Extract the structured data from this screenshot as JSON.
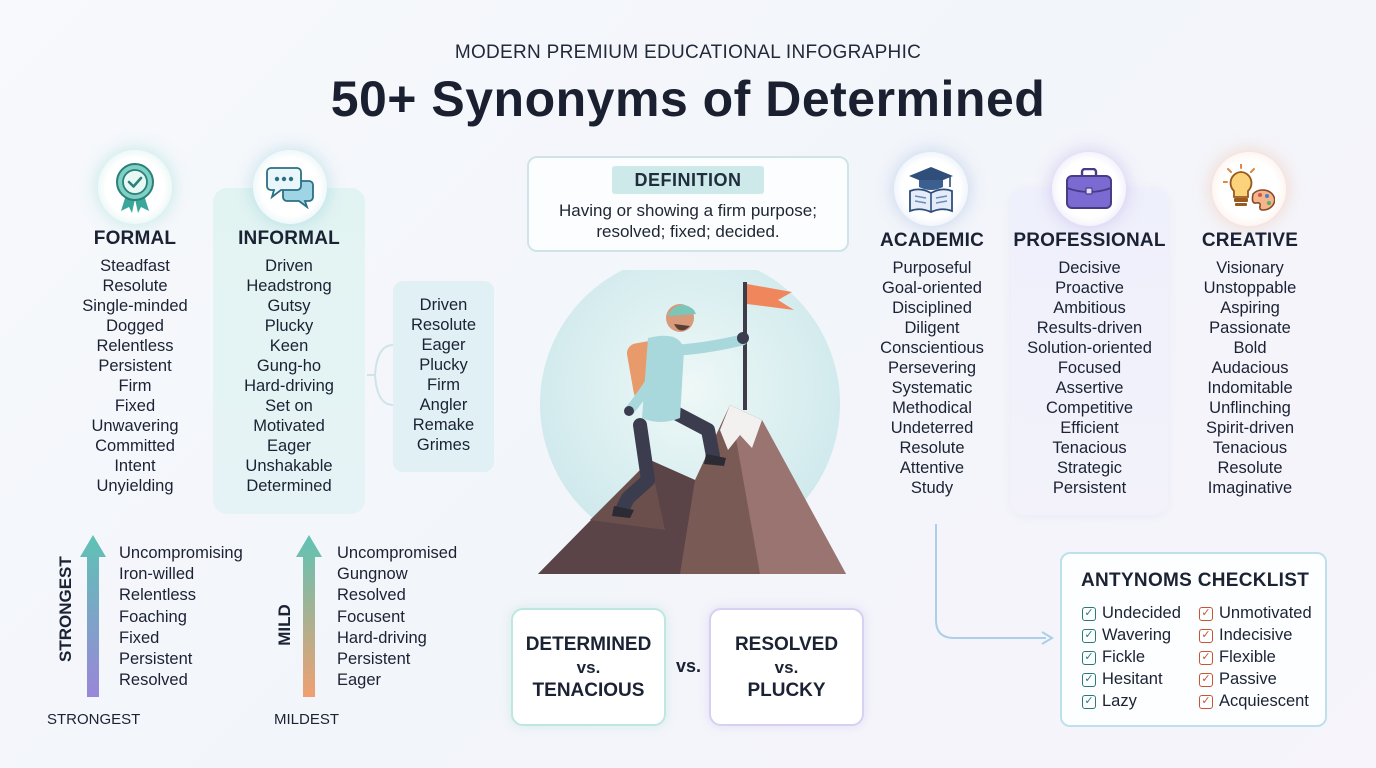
{
  "header": {
    "subtitle": "MODERN PREMIUM EDUCATIONAL INFOGRAPHIC",
    "title": "50+ Synonyms of Determined"
  },
  "formal": {
    "icon": "award-badge-icon",
    "heading": "FORMAL",
    "items": [
      "Steadfast",
      "Resolute",
      "Single-minded",
      "Dogged",
      "Relentless",
      "Persistent",
      "Firm",
      "Fixed",
      "Unwavering",
      "Committed",
      "Intent",
      "Unyielding"
    ]
  },
  "informal": {
    "icon": "chat-bubbles-icon",
    "heading": "INFORMAL",
    "items": [
      "Driven",
      "Headstrong",
      "Gutsy",
      "Plucky",
      "Keen",
      "Gung-ho",
      "Hard-driving",
      "Set on",
      "Motivated",
      "Eager",
      "Unshakable",
      "Determined"
    ]
  },
  "bubble": {
    "items": [
      "Driven",
      "Resolute",
      "Eager",
      "Plucky",
      "Firm",
      "Angler",
      "Remake",
      "Grimes"
    ]
  },
  "definition": {
    "label": "DEFINITION",
    "line1": "Having or showing a firm purpose;",
    "line2": "resolved; fixed; decided."
  },
  "academic": {
    "icon": "graduation-book-icon",
    "heading": "ACADEMIC",
    "items": [
      "Purposeful",
      "Goal-oriented",
      "Disciplined",
      "Diligent",
      "Conscientious",
      "Persevering",
      "Systematic",
      "Methodical",
      "Undeterred",
      "Resolute",
      "Attentive",
      "Study"
    ]
  },
  "professional": {
    "icon": "briefcase-icon",
    "heading": "PROFESSIONAL",
    "items": [
      "Decisive",
      "Proactive",
      "Ambitious",
      "Results-driven",
      "Solution-oriented",
      "Focused",
      "Assertive",
      "Competitive",
      "Efficient",
      "Tenacious",
      "Strategic",
      "Persistent"
    ]
  },
  "creative": {
    "icon": "lightbulb-palette-icon",
    "heading": "CREATIVE",
    "items": [
      "Visionary",
      "Unstoppable",
      "Aspiring",
      "Passionate",
      "Bold",
      "Audacious",
      "Indomitable",
      "Unflinching",
      "Spirit-driven",
      "Tenacious",
      "Resolute",
      "Imaginative"
    ]
  },
  "strong_scale": {
    "vertical_label": "STRONGEST",
    "bottom_label": "STRONGEST",
    "items": [
      "Uncompromising",
      "Iron-willed",
      "Relentless",
      "Foaching",
      "Fixed",
      "Persistent",
      "Resolved"
    ]
  },
  "mild_scale": {
    "vertical_label": "MILD",
    "bottom_label": "MILDEST",
    "items": [
      "Uncompromised",
      "Gungnow",
      "Resolved",
      "Focusent",
      "Hard-driving",
      "Persistent",
      "Eager"
    ]
  },
  "comparison": {
    "left": {
      "line1": "DETERMINED",
      "line2": "vs.",
      "line3": "TENACIOUS"
    },
    "middle": "vs.",
    "right": {
      "line1": "RESOLVED",
      "line2": "vs.",
      "line3": "PLUCKY"
    }
  },
  "antonyms": {
    "title": "ANTYNOMS CHECKLIST",
    "left": [
      "Undecided",
      "Wavering",
      "Fickle",
      "Hesitant",
      "Lazy"
    ],
    "right": [
      "Unmotivated",
      "Indecisive",
      "Flexible",
      "Passive",
      "Acquiescent"
    ]
  },
  "colors": {
    "teal": "#5ec3b5",
    "purple": "#8c7ad9",
    "orange": "#f0a070",
    "check_teal": "#2b7a78",
    "check_orange": "#c9542f"
  }
}
